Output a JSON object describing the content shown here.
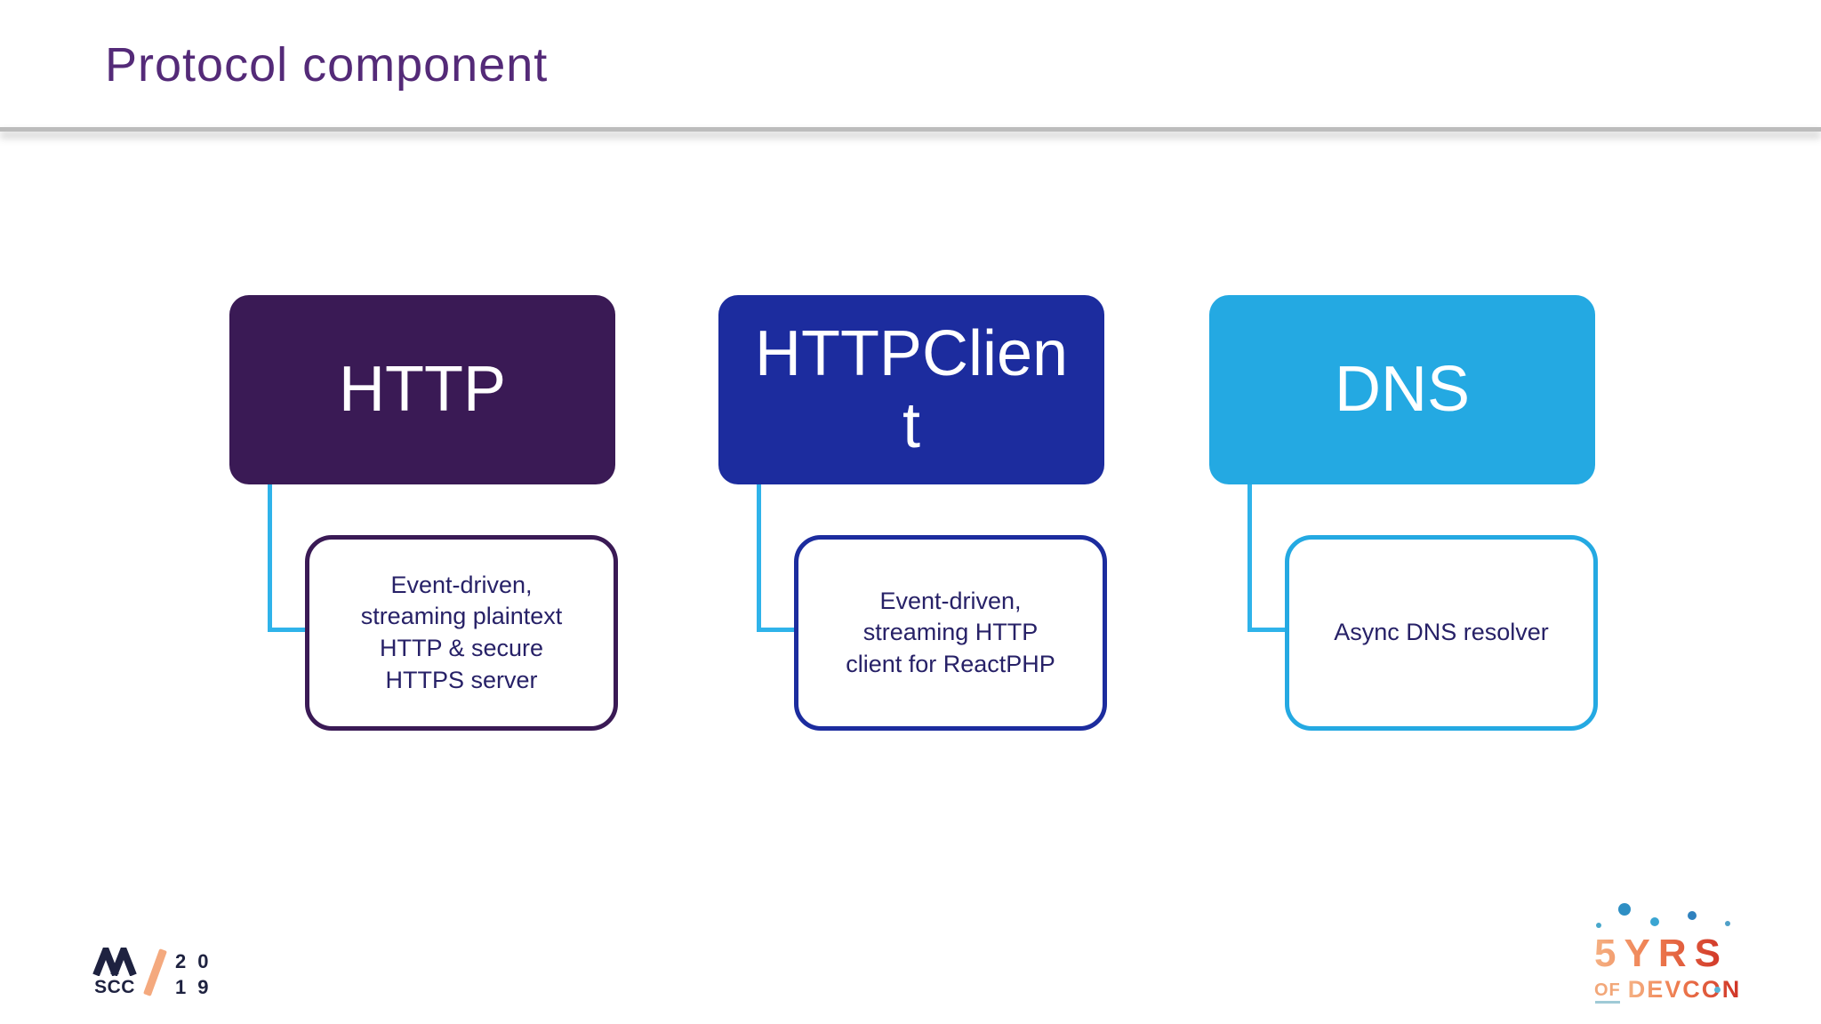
{
  "slide": {
    "title": "Protocol component",
    "title_color": "#542A78",
    "divider_color": "#BCBCBC",
    "background": "#FFFFFF"
  },
  "diagram": {
    "connector_color": "#2FB3EA",
    "columns": [
      {
        "id": "http",
        "header": {
          "label": "HTTP",
          "lines": [
            "HTTP"
          ],
          "fill": "#3A1A55",
          "text_color": "#FFFFFF"
        },
        "detail": {
          "lines": [
            "Event-driven,",
            "streaming plaintext",
            "HTTP & secure",
            "HTTPS server"
          ],
          "border_color": "#3A1A55",
          "text_color": "#272167"
        }
      },
      {
        "id": "httpclient",
        "header": {
          "label": "HTTPClient",
          "lines": [
            "HTTPClien",
            "t"
          ],
          "fill": "#1C2C9E",
          "text_color": "#FFFFFF"
        },
        "detail": {
          "lines": [
            "Event-driven,",
            "streaming HTTP",
            "client for ReactPHP"
          ],
          "border_color": "#1C2C9E",
          "text_color": "#272167"
        }
      },
      {
        "id": "dns",
        "header": {
          "label": "DNS",
          "lines": [
            "DNS"
          ],
          "fill": "#24A9E2",
          "text_color": "#FFFFFF"
        },
        "detail": {
          "lines": [
            "Async DNS resolver"
          ],
          "border_color": "#24A9E2",
          "text_color": "#272167"
        }
      }
    ]
  },
  "footer": {
    "mscc": {
      "org": "SCC",
      "year_top": "20",
      "year_bottom": "19",
      "navy": "#1E2240",
      "slash_color": "#F4A97E"
    },
    "devcon": {
      "years": "5YRS",
      "of": "OF",
      "event": "DEVCON",
      "gradient_start": "#F5B183",
      "gradient_end": "#CE3125",
      "dots_color": "#2E8FC4"
    }
  }
}
